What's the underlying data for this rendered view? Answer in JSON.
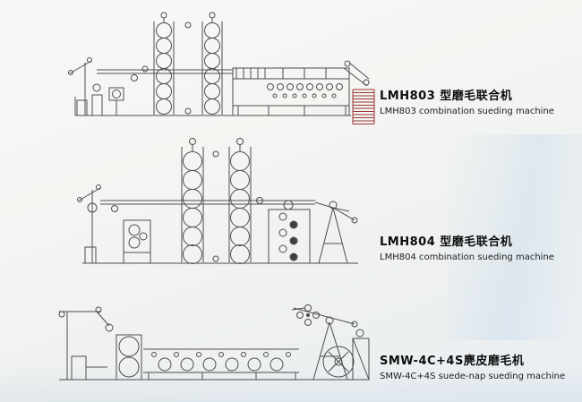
{
  "page": {
    "background_base": "#f5f5f2",
    "sheen_tint": "#cbdbec",
    "line_color": "#4d4d4d",
    "accent_red": "#993333"
  },
  "diagrams": [
    {
      "name": "LMH803",
      "title_zh": "LMH803 型磨毛联合机",
      "title_en": "LMH803 combination sueding machine"
    },
    {
      "name": "LMH804",
      "title_zh": "LMH804 型磨毛联合机",
      "title_en": "LMH804 combination sueding machine"
    },
    {
      "name": "SMW-4C+4S",
      "title_zh": "SMW-4C+4S麂皮磨毛机",
      "title_en": "SMW-4C+4S suede-nap sueding machine"
    }
  ]
}
